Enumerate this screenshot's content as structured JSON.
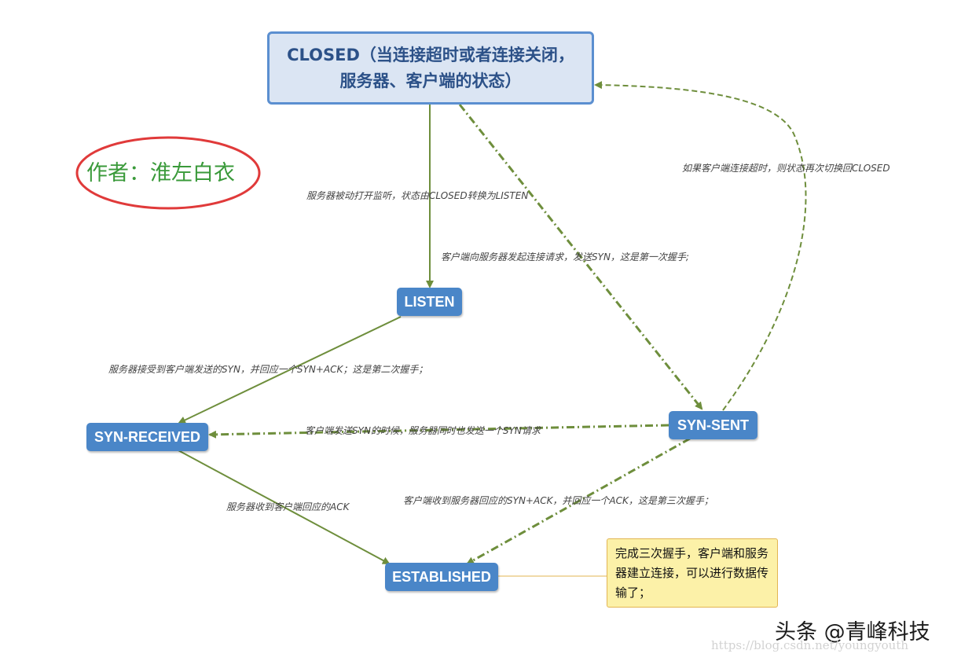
{
  "colors": {
    "edge": "#6e8e3c",
    "node_fill": "#4a86c8",
    "closed_fill": "#dbe5f3",
    "closed_border": "#5b8fd0",
    "note_fill": "#fcf1a8",
    "author_ellipse": "#e03a3a",
    "author_text": "#3a9a3a"
  },
  "nodes": {
    "closed": "CLOSED（当连接超时或者连接关闭，服务器、客户端的状态）",
    "listen": "LISTEN",
    "syn_received": "SYN-RECEIVED",
    "syn_sent": "SYN-SENT",
    "established": "ESTABLISHED"
  },
  "edges": {
    "closed_to_listen": "服务器被动打开监听，状态由CLOSED转换为LISTEN",
    "closed_to_syn_sent": "客户端向服务器发起连接请求，发送SYN，这是第一次握手;",
    "syn_sent_to_closed": "如果客户端连接超时，则状态再次切换回CLOSED",
    "listen_to_syn_received": "服务器接受到客户端发送的SYN，并回应一个SYN+ACK；这是第二次握手；",
    "syn_sent_to_syn_received": "客户端发送SYN的时候，服务器同时也发送一个SYN请求",
    "syn_received_to_established": "服务器收到客户端回应的ACK",
    "syn_sent_to_established": "客户端收到服务器回应的SYN+ACK，并回应一个ACK，这是第三次握手；"
  },
  "note": "完成三次握手，客户端和服务器建立连接，可以进行数据传输了；",
  "author": "作者：淮左白衣",
  "brand": "头条 @青峰科技",
  "watermark": "https://blog.csdn.net/youngyouth"
}
